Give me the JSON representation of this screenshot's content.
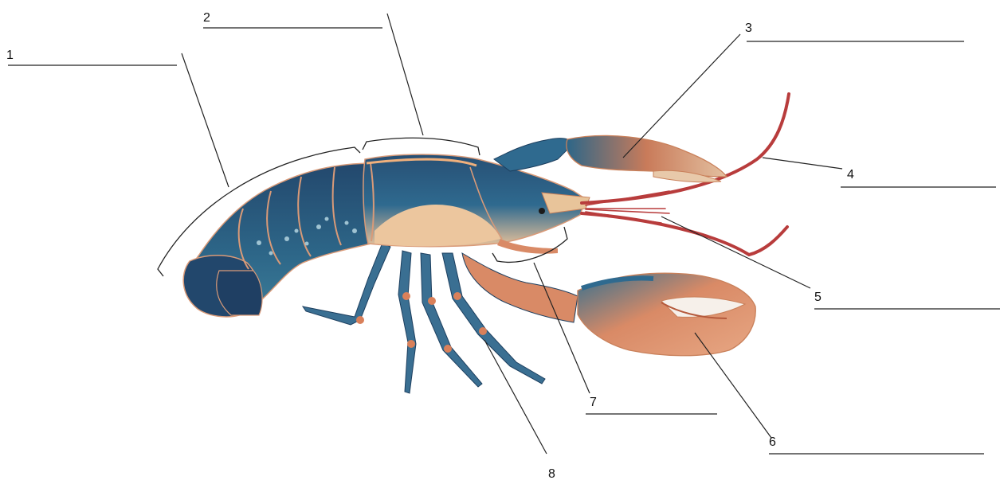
{
  "diagram": {
    "labels": [
      {
        "id": 1,
        "text": "1"
      },
      {
        "id": 2,
        "text": "2"
      },
      {
        "id": 3,
        "text": "3"
      },
      {
        "id": 4,
        "text": "4"
      },
      {
        "id": 5,
        "text": "5"
      },
      {
        "id": 6,
        "text": "6"
      },
      {
        "id": 7,
        "text": "7"
      },
      {
        "id": 8,
        "text": "8"
      }
    ],
    "colors": {
      "shell_dark": "#1f3f63",
      "shell_mid": "#2f6a8f",
      "shell_light": "#e9b98c",
      "claw_orange": "#d9805a",
      "antenna_red": "#b83c3c"
    }
  }
}
